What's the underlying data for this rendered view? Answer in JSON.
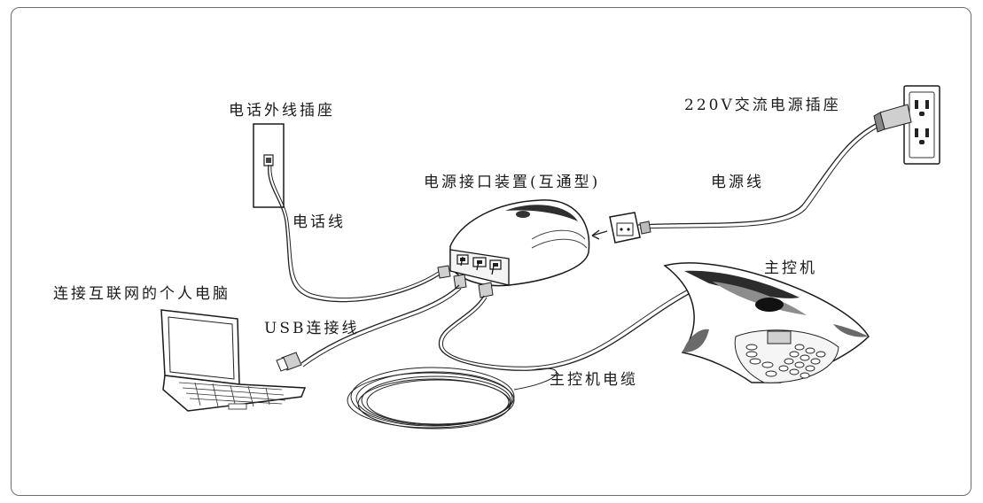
{
  "labels": {
    "wall_phone_jack": "电话外线插座",
    "power_outlet": "220V交流电源插座",
    "power_interface": "电源接口装置(互通型)",
    "power_cord": "电源线",
    "phone_line": "电话线",
    "internet_pc": "连接互联网的个人电脑",
    "usb_cable": "USB连接线",
    "console": "主控机",
    "console_cable": "主控机电缆"
  },
  "icons": {
    "wall_phone_jack": "wall-phone-jack-icon",
    "power_outlet": "power-outlet-icon",
    "power_interface": "power-interface-module-icon",
    "laptop": "laptop-icon",
    "console": "conference-phone-icon"
  }
}
